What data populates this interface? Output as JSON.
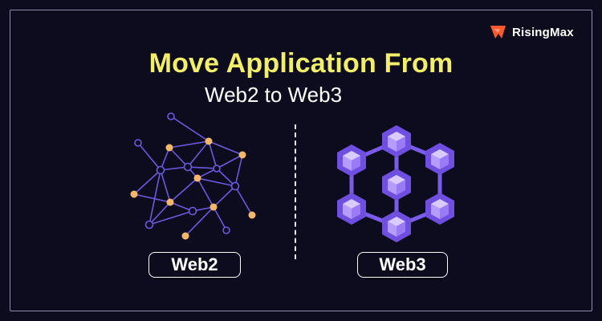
{
  "brand": {
    "name": "RisingMax",
    "accent": "#ff5a2e"
  },
  "heading": {
    "title": "Move Application From",
    "subtitle": "Web2 to Web3"
  },
  "labels": {
    "web2": "Web2",
    "web3": "Web3"
  },
  "colors": {
    "background": "#0d0b1e",
    "title": "#f3ee6a",
    "network_line": "#6a5ae0",
    "node_highlight": "#f5b86a",
    "cube": "#8c6cf0"
  },
  "icons": [
    "logo-icon",
    "network-graph-icon",
    "blockchain-cubes-icon"
  ]
}
